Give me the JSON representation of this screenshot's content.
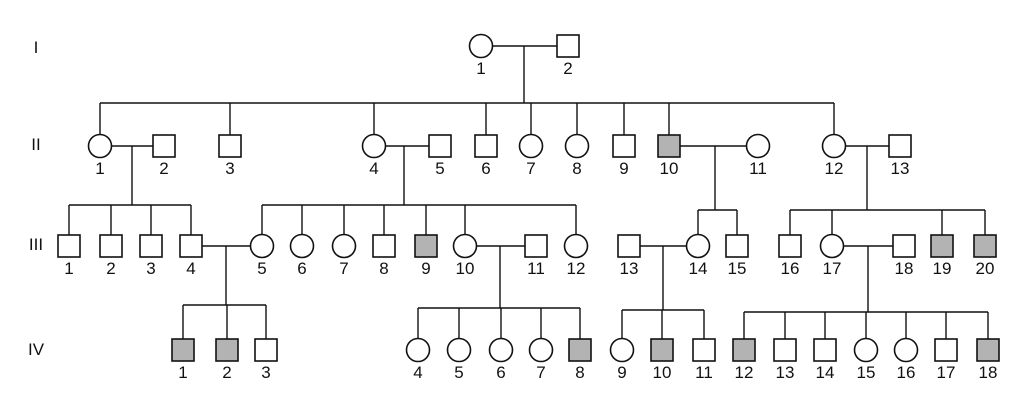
{
  "colors": {
    "affected": "#b3b3b3",
    "unaffected": "#ffffff",
    "line": "#111111"
  },
  "generations": [
    {
      "label": "I",
      "individuals": [
        {
          "num": "1",
          "sex": "female",
          "affected": false
        },
        {
          "num": "2",
          "sex": "male",
          "affected": false
        }
      ]
    },
    {
      "label": "II",
      "individuals": [
        {
          "num": "1",
          "sex": "female",
          "affected": false
        },
        {
          "num": "2",
          "sex": "male",
          "affected": false
        },
        {
          "num": "3",
          "sex": "male",
          "affected": false
        },
        {
          "num": "4",
          "sex": "female",
          "affected": false
        },
        {
          "num": "5",
          "sex": "male",
          "affected": false
        },
        {
          "num": "6",
          "sex": "male",
          "affected": false
        },
        {
          "num": "7",
          "sex": "female",
          "affected": false
        },
        {
          "num": "8",
          "sex": "female",
          "affected": false
        },
        {
          "num": "9",
          "sex": "male",
          "affected": false
        },
        {
          "num": "10",
          "sex": "male",
          "affected": true
        },
        {
          "num": "11",
          "sex": "female",
          "affected": false
        },
        {
          "num": "12",
          "sex": "female",
          "affected": false
        },
        {
          "num": "13",
          "sex": "male",
          "affected": false
        }
      ]
    },
    {
      "label": "III",
      "individuals": [
        {
          "num": "1",
          "sex": "male",
          "affected": false
        },
        {
          "num": "2",
          "sex": "male",
          "affected": false
        },
        {
          "num": "3",
          "sex": "male",
          "affected": false
        },
        {
          "num": "4",
          "sex": "male",
          "affected": false
        },
        {
          "num": "5",
          "sex": "female",
          "affected": false
        },
        {
          "num": "6",
          "sex": "female",
          "affected": false
        },
        {
          "num": "7",
          "sex": "female",
          "affected": false
        },
        {
          "num": "8",
          "sex": "male",
          "affected": false
        },
        {
          "num": "9",
          "sex": "male",
          "affected": true
        },
        {
          "num": "10",
          "sex": "female",
          "affected": false
        },
        {
          "num": "11",
          "sex": "male",
          "affected": false
        },
        {
          "num": "12",
          "sex": "female",
          "affected": false
        },
        {
          "num": "13",
          "sex": "male",
          "affected": false
        },
        {
          "num": "14",
          "sex": "female",
          "affected": false
        },
        {
          "num": "15",
          "sex": "male",
          "affected": false
        },
        {
          "num": "16",
          "sex": "male",
          "affected": false
        },
        {
          "num": "17",
          "sex": "female",
          "affected": false
        },
        {
          "num": "18",
          "sex": "male",
          "affected": false
        },
        {
          "num": "19",
          "sex": "male",
          "affected": true
        },
        {
          "num": "20",
          "sex": "male",
          "affected": true
        }
      ]
    },
    {
      "label": "IV",
      "individuals": [
        {
          "num": "1",
          "sex": "male",
          "affected": true
        },
        {
          "num": "2",
          "sex": "male",
          "affected": true
        },
        {
          "num": "3",
          "sex": "male",
          "affected": false
        },
        {
          "num": "4",
          "sex": "female",
          "affected": false
        },
        {
          "num": "5",
          "sex": "female",
          "affected": false
        },
        {
          "num": "6",
          "sex": "female",
          "affected": false
        },
        {
          "num": "7",
          "sex": "female",
          "affected": false
        },
        {
          "num": "8",
          "sex": "male",
          "affected": true
        },
        {
          "num": "9",
          "sex": "female",
          "affected": false
        },
        {
          "num": "10",
          "sex": "male",
          "affected": true
        },
        {
          "num": "11",
          "sex": "male",
          "affected": false
        },
        {
          "num": "12",
          "sex": "male",
          "affected": true
        },
        {
          "num": "13",
          "sex": "male",
          "affected": false
        },
        {
          "num": "14",
          "sex": "male",
          "affected": false
        },
        {
          "num": "15",
          "sex": "female",
          "affected": false
        },
        {
          "num": "16",
          "sex": "female",
          "affected": false
        },
        {
          "num": "17",
          "sex": "male",
          "affected": false
        },
        {
          "num": "18",
          "sex": "male",
          "affected": true
        }
      ]
    }
  ]
}
